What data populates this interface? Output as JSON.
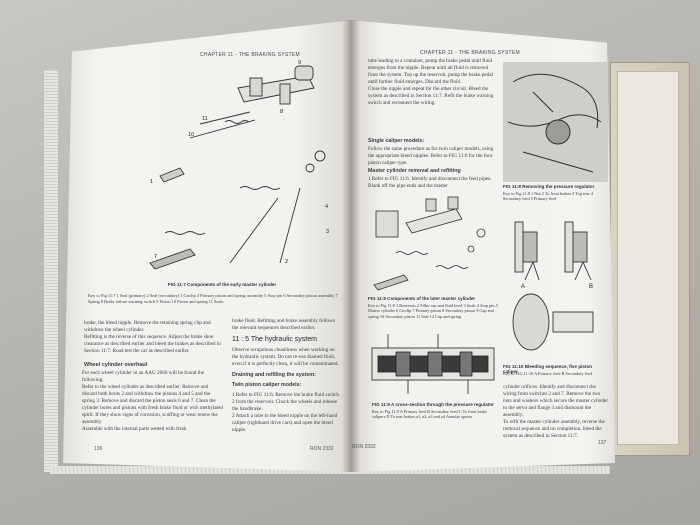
{
  "photo": {
    "left_page": {
      "header": "CHAPTER 11 - THE BRAKING SYSTEM",
      "figure_caption": "FIG 11:7  Components of the early master cylinder",
      "key_text": "Key to Fig 11:7  1 Seal (primary)  2 Seal (secondary)  3 Circlip  4 Primary piston and spring assembly  5 Stop pin  6 Secondary piston assembly  7 Spring  8 Brake failure warning switch  9 Piston  10 Piston and spring  11 Seals",
      "body_col1": "brake, the bleed nipple. Remove the retaining spring clip and withdraw the wheel cylinder.\nRefitting is the reverse of this sequence. Adjust the brake shoe clearance as described earlier and bleed the brakes as described in Section 11:7. Road test the car as described earlier.",
      "subhead_col1": "Wheel cylinder overhaul",
      "body_col1b": "For each wheel cylinder in an AAU 2066 will be found the following:\nRefer to the wheel cylinder as described earlier. Remove and discard both boots 2 and withdraw the pistons 4 and 5 and the spring 3. Remove and discard the piston seals 6 and 7. Clean the cylinder bores and pistons with fresh brake fluid or with methylated spirit. If they show signs of corrosion, scuffing or wear renew the assembly.\nAssemble with the internal parts wetted with fresh",
      "body_col2": "brake fluid. Refitting and brake assembly follows the relevant sequences described earlier.",
      "section_heading": "11 : 5  The hydraulic system",
      "body_col2b": "Observe scrupulous cleanliness when working on the hydraulic system. Do not re-use drained fluid, even if it is perfectly clean, it will be contaminated.",
      "subhead_col2": "Draining and refilling the system:",
      "subhead_col2b": "Twin piston caliper models:",
      "body_col2c": "1 Refer to FIG 11:6. Remove the brake fluid switch 2 from the reservoir. Chock the wheels and release the handbrake.\n2 Attach a tube to the bleed nipple on the left-hand caliper (righthand drive cars) and open the bleed nipple.",
      "page_number": "136",
      "footer_code": "RON 2332"
    },
    "right_page": {
      "header": "CHAPTER 11 - THE BRAKING SYSTEM",
      "body_top": "tube leading to a container, pump the brake pedal until fluid emerges from the nipple. Repeat until all fluid is removed from the system. Top up the reservoir, pump the brake pedal until further fluid emerges. Discard the fluid.\nClose the nipple and repeat for the other circuit. Bleed the system as described in Section 11:7. Refit the brake warning switch and reconnect the wiring.",
      "subhead_a": "Single caliper models:",
      "body_a": "Follow the same procedure as for twin caliper models, using the appropriate bleed nipples. Refer to FIG 11:6 for the four piston caliper type.",
      "subhead_b": "Master cylinder removal and refitting",
      "body_b": "1 Refer to FIG 11:6. Identify and disconnect the feed pipes. Blank off the pipe ends and the master",
      "figure_caption_1": "FIG 11:8  Removing the pressure regulator",
      "key_1": "Key to Fig 11:8  1 Nut  2 To front brakes  3 Top rear  4 Secondary feed  5 Primary feed",
      "figure_caption_2": "FIG 11:9  Components of the later master cylinder",
      "key_2": "Key to Fig 11:9  1 Reservoir  2 Filler cap and fluid level  3 Seals  4 Stop pin  5 Master cylinder  6 Circlip  7 Primary piston  8 Secondary piston  9 Cup and spring  10 Secondary piston  11 Seal  12 Cup and spring",
      "figure_caption_3": "FIG 11:10  Bleeding sequence, five piston caliper",
      "key_3": "Key to FIG 11:10  A Primary feed  B Secondary feed",
      "figure_caption_4": "FIG 11:9  A cross-section through the pressure regulator",
      "key_4": "Key to Fig 11:9  A Primary feed  B Secondary feed  C To front brake calipers  D To rear brakes  a1, a2, a3 and a4 Annular spaces",
      "body_c": "cylinder orifices. Identify and disconnect the wiring from switches 2 and 7. Remove the two nuts and washers which secure the master cylinder to the servo and flange 3 and dismount the assembly.\nTo refit the master cylinder assembly, reverse the removal sequence and on completion, bleed the system as described in Section 11:7.",
      "page_number": "137",
      "footer_code": "RON 2332"
    }
  }
}
